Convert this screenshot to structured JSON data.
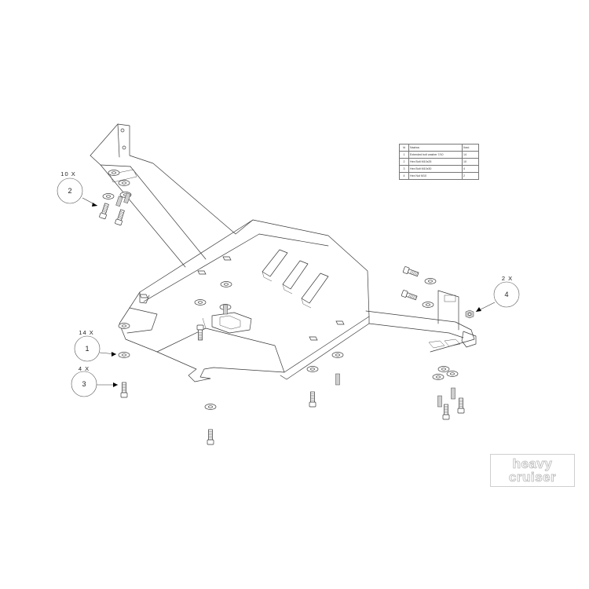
{
  "callouts": [
    {
      "id": "2",
      "qty": "10 X"
    },
    {
      "id": "1",
      "qty": "14 X"
    },
    {
      "id": "3",
      "qty": "4 X"
    },
    {
      "id": "4",
      "qty": "2 X"
    }
  ],
  "parts_table": {
    "headers": [
      "Id",
      "Naziwa",
      "Ilosć"
    ],
    "rows": [
      {
        "id": "1",
        "name": "Extended bolt washer 7/10",
        "qty": "14"
      },
      {
        "id": "2",
        "name": "Hex Bolt M10x25",
        "qty": "10"
      },
      {
        "id": "3",
        "name": "Hex Bolt M10x30",
        "qty": "4"
      },
      {
        "id": "4",
        "name": "Hex Nut M10",
        "qty": "2"
      }
    ]
  },
  "logo": {
    "line1": "heavy",
    "line2": "cruiser"
  },
  "colors": {
    "line": "#3a3a3a",
    "logo_outline": "#b8b8b8",
    "background": "#ffffff"
  }
}
